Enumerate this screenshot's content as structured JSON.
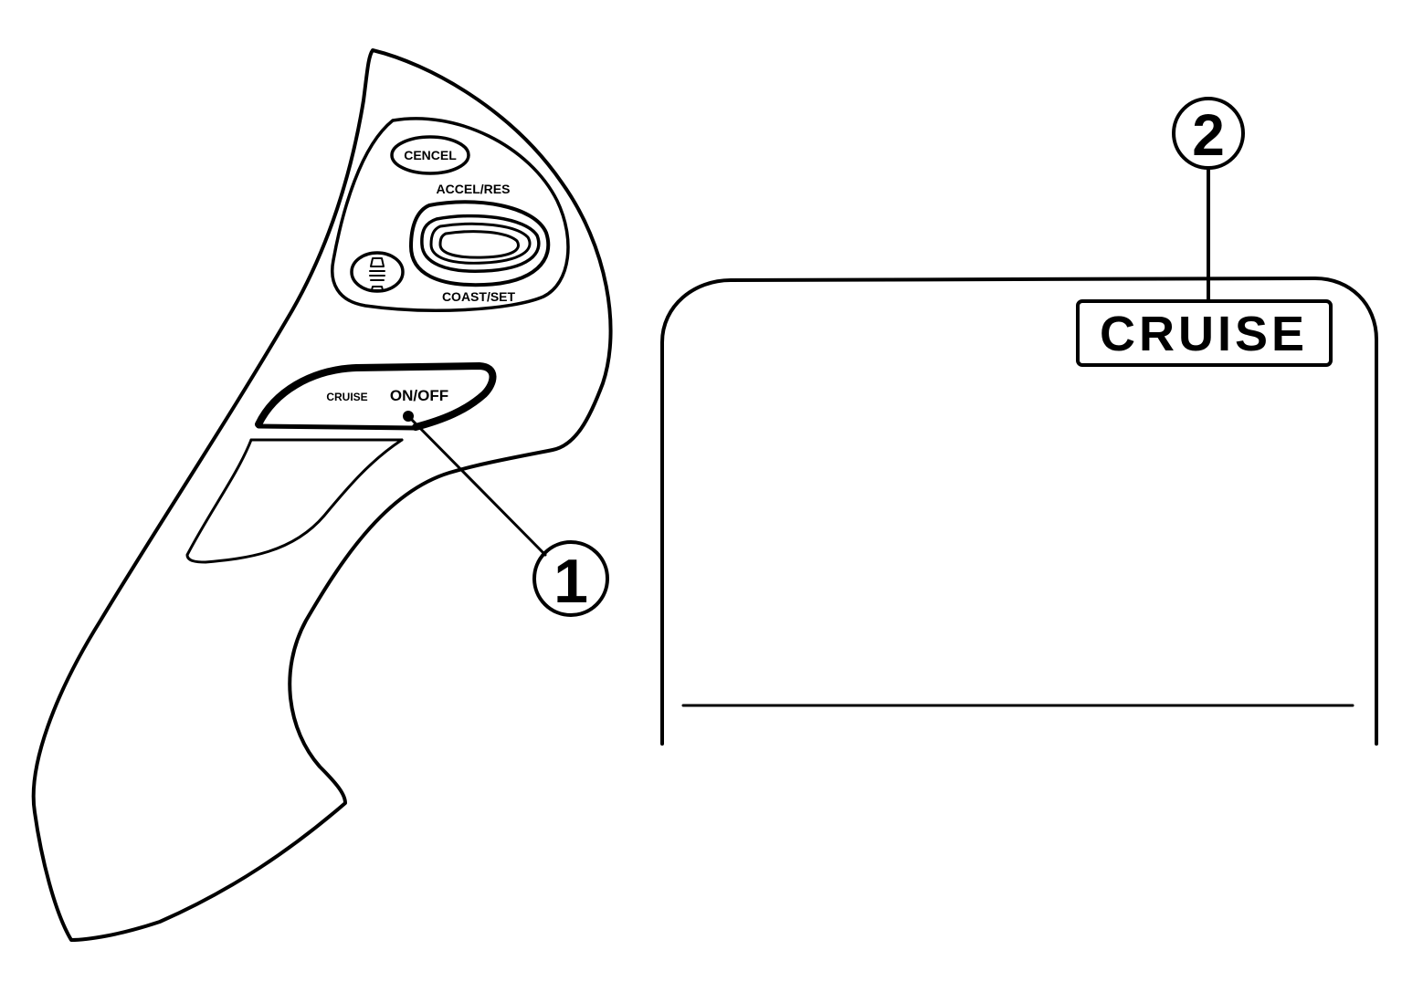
{
  "switch_panel": {
    "cancel_label": "CENCEL",
    "accel_res_label": "ACCEL/RES",
    "coast_set_label": "COAST/SET",
    "cruise_label": "CRUISE",
    "on_off_label": "ON/OFF",
    "distance_button_icon": "vehicle-distance-icon"
  },
  "callouts": {
    "callout_1": "1",
    "callout_2": "2"
  },
  "meter_display": {
    "indicator_text": "CRUISE"
  },
  "colors": {
    "line": "#000000",
    "background": "#ffffff"
  }
}
